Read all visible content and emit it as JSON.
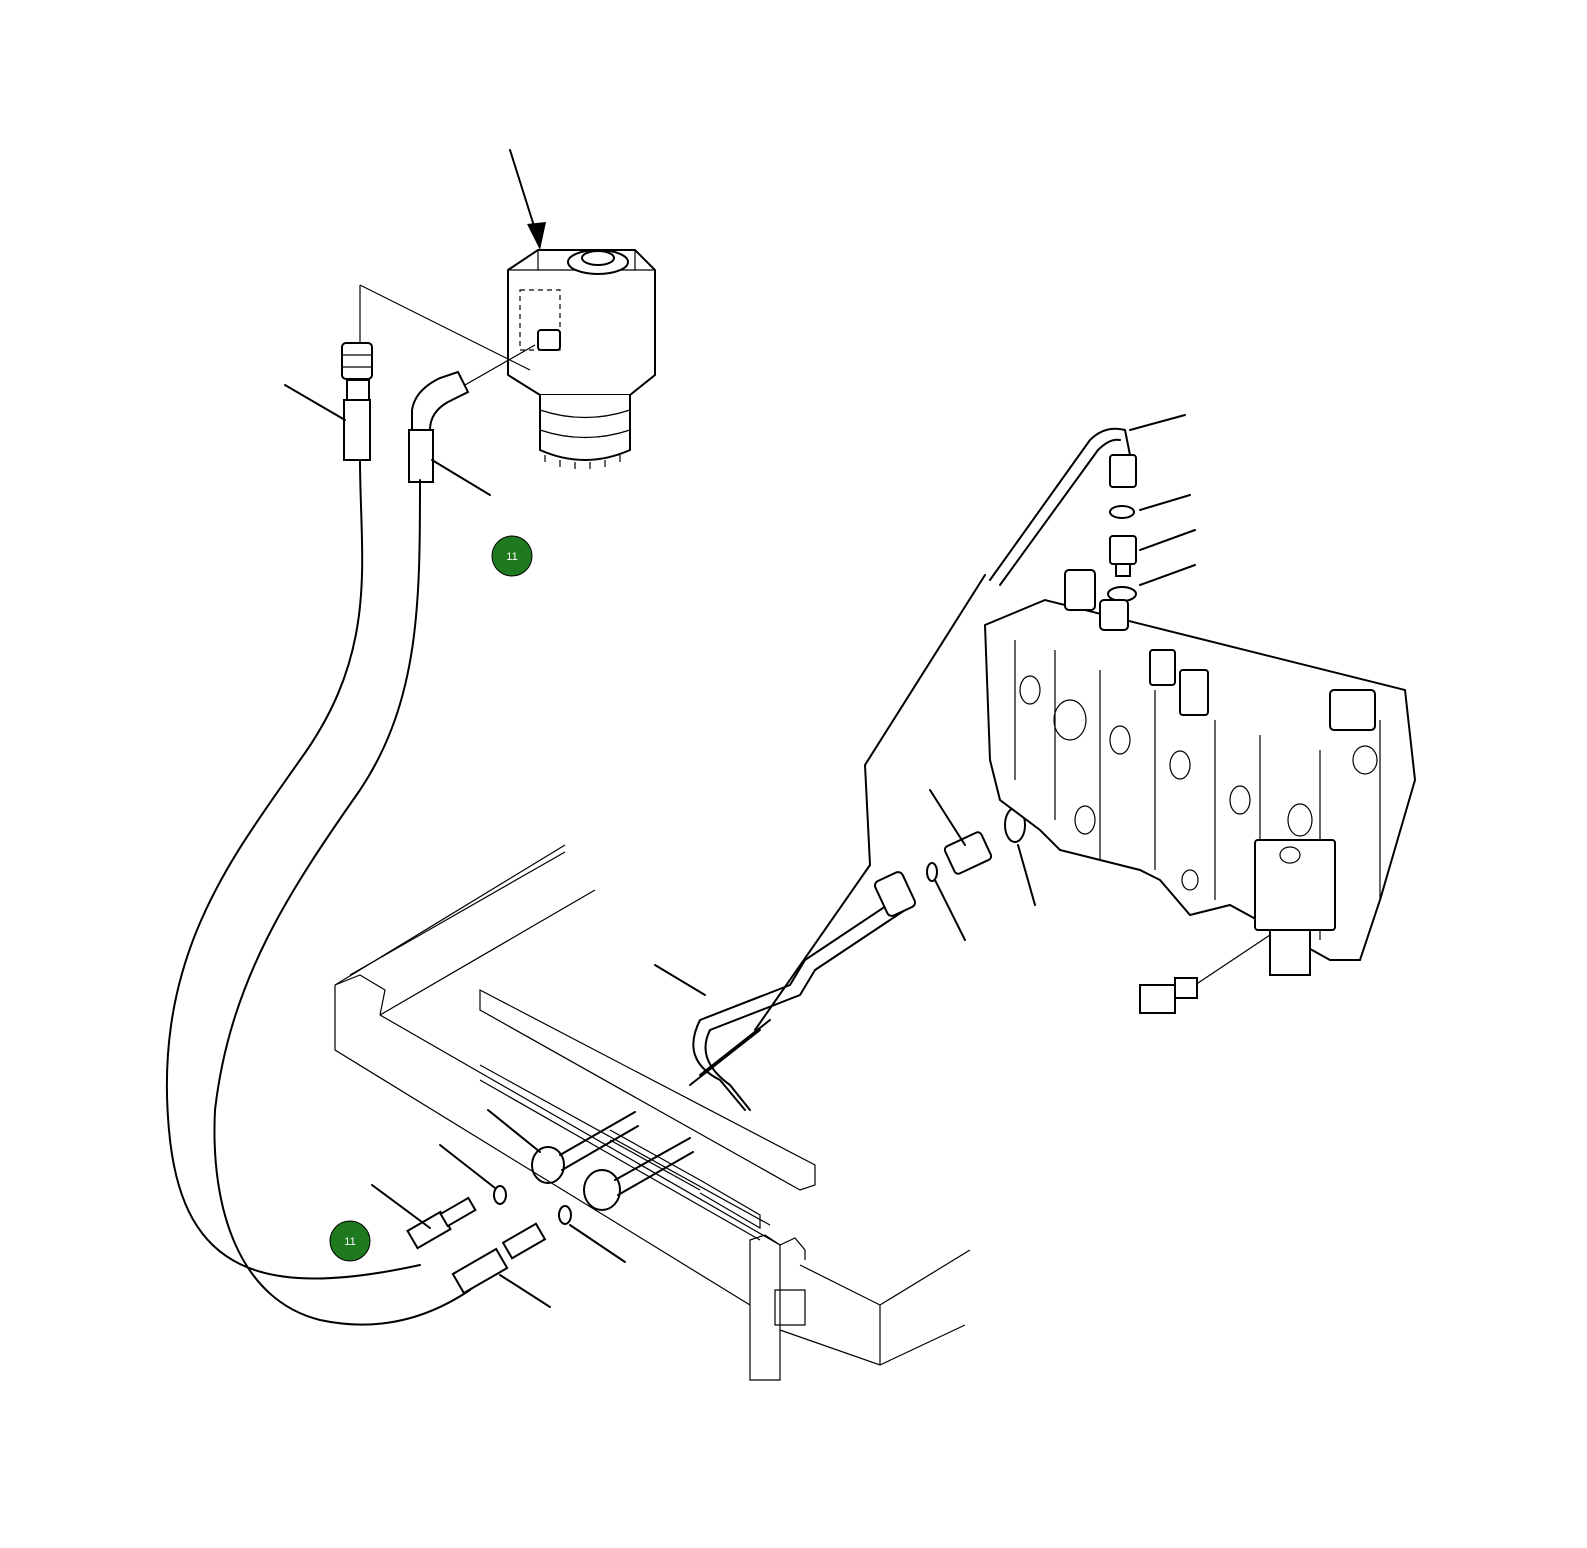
{
  "diagram": {
    "callouts": [
      {
        "label": "11",
        "color": "#1f7a1f",
        "ref": "upper"
      },
      {
        "label": "11",
        "color": "#1f7a1f",
        "ref": "lower"
      }
    ],
    "line_color": "#000000",
    "background": "#ffffff"
  }
}
